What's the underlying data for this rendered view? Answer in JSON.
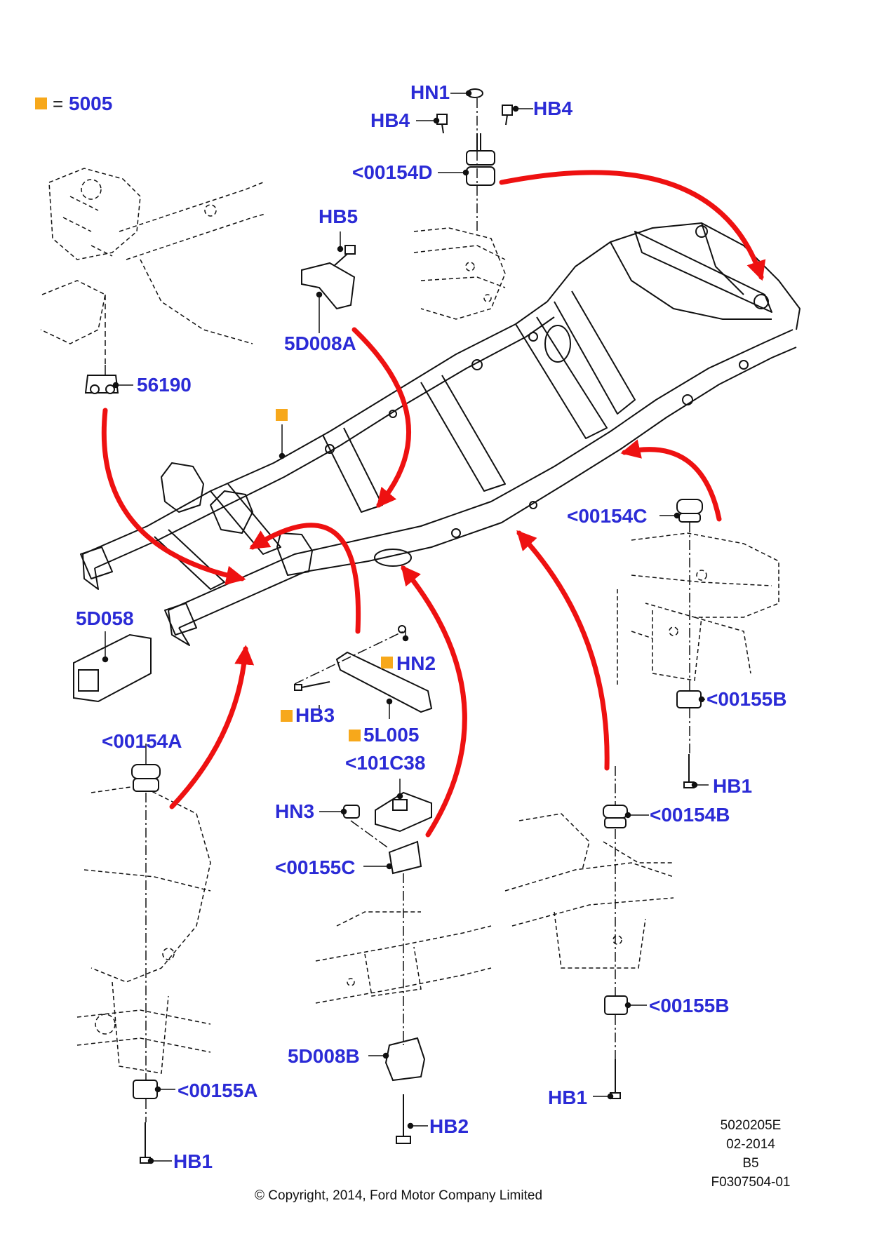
{
  "legend": {
    "equals": "=",
    "part": "5005"
  },
  "labels": {
    "hn1": "HN1",
    "hb4_left": "HB4",
    "hb4_right": "HB4",
    "d154": "<00154D",
    "hb5": "HB5",
    "p5d008a": "5D008A",
    "p56190": "56190",
    "p5d058": "5D058",
    "c154": "<00154C",
    "hn2": "HN2",
    "hb3": "HB3",
    "p5l005": "5L005",
    "a154": "<00154A",
    "c101c38": "<101C38",
    "hn3": "HN3",
    "c155": "<00155C",
    "b155_upper": "<00155B",
    "hb1_upper": "HB1",
    "b154": "<00154B",
    "b155_lower": "<00155B",
    "p5d008b": "5D008B",
    "a155": "<00155A",
    "hb1_mid": "HB1",
    "hb2": "HB2",
    "hb1_left": "HB1"
  },
  "reference": {
    "number": "5020205E",
    "date": "02-2014",
    "code": "B5",
    "figure": "F0307504-01"
  },
  "copyright": "© Copyright, 2014, Ford Motor Company Limited",
  "colors": {
    "label": "#2b2bd6",
    "arrow": "#ee1111",
    "marker": "#f7a81b",
    "line": "#111111"
  }
}
